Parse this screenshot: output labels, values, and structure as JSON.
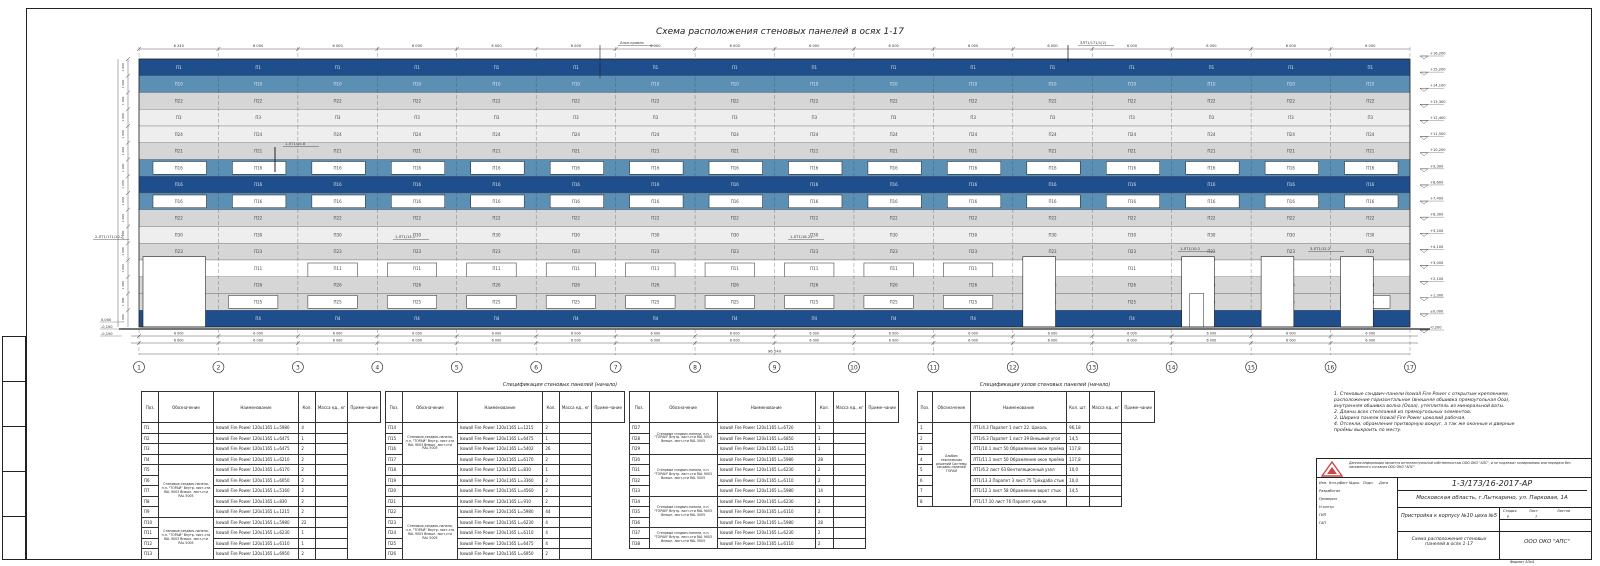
{
  "title": "Схема расположения стеновых панелей в осях 1-17",
  "colors": {
    "dark": "#1f4e8c",
    "mid": "#5b8fb4",
    "light": "#d6d6d6",
    "pale": "#eeeeee",
    "white": "#ffffff"
  },
  "axes": [
    "1",
    "2",
    "3",
    "4",
    "5",
    "6",
    "7",
    "8",
    "9",
    "10",
    "11",
    "12",
    "13",
    "14",
    "15",
    "16",
    "17"
  ],
  "spans_top": [
    "6 240",
    "6 000",
    "6 000",
    "6 000",
    "6 000",
    "6 000",
    "6 000",
    "6 000",
    "6 000",
    "6 000",
    "6 000",
    "6 000",
    "6 000",
    "6 000",
    "6 000",
    "6 000"
  ],
  "spans_bottom": [
    "6 000",
    "6 000",
    "6 000",
    "6 000",
    "6 000",
    "6 000",
    "6 000",
    "6 000",
    "6 000",
    "6 000",
    "6 000",
    "6 000",
    "6 000",
    "6 000",
    "6 000",
    "6 000"
  ],
  "overall_dim": "96 240",
  "elev_right": [
    "+16,200",
    "+15,200",
    "+14,100",
    "+13,300",
    "+12,400",
    "+11,500",
    "+10,200",
    "+9,300",
    "+8,600",
    "+7,400",
    "+6,300",
    "+5,200",
    "+4,100",
    "+3,000",
    "+2,100",
    "+1,300",
    "±0,000",
    "-0,200"
  ],
  "elev_left": [
    "0,000",
    "-0,100",
    "-0,150"
  ],
  "callouts": [
    "Альп.кровля",
    "ЗЛТ1/171/1(2)",
    "1-ЛТ1/10-8",
    "2-ЛТ1/171/10-2",
    "1-ЛТ1/13-1",
    "1-ЛТ1/16-21",
    "3-ЛТ1/12-2",
    "1-ЛТ1/10-2"
  ],
  "bands": [
    {
      "label": "П1",
      "tone": "dark"
    },
    {
      "label": "П10",
      "tone": "mid"
    },
    {
      "label": "П22",
      "tone": "light"
    },
    {
      "label": "П3",
      "tone": "pale"
    },
    {
      "label": "П24",
      "tone": "pale"
    },
    {
      "label": "П21",
      "tone": "light"
    },
    {
      "label": "П16",
      "tone": "window"
    },
    {
      "label": "П16",
      "tone": "dark"
    },
    {
      "label": "П16",
      "tone": "window"
    },
    {
      "label": "П22",
      "tone": "light"
    },
    {
      "label": "П30",
      "tone": "pale"
    },
    {
      "label": "П23",
      "tone": "light"
    },
    {
      "label": "П11",
      "tone": "door"
    },
    {
      "label": "П26",
      "tone": "light"
    },
    {
      "label": "П25",
      "tone": "door2"
    },
    {
      "label": "П4",
      "tone": "dark"
    }
  ],
  "spec1": {
    "caption": "Спецификация стеновых панелей (начало)",
    "headers": [
      "Поз.",
      "Обозначение",
      "Наименование",
      "Кол.",
      "Масса ед., кг",
      "Приме-чание"
    ],
    "groups": [
      {
        "at": 4,
        "span": 5,
        "text": "Стеновые сэндвич-панели, п.н. \"ТОРАЙ\" Внутр. лист-сти RAL 9003 Внешн. лист-сти RAL 5005"
      },
      {
        "at": 9,
        "span": 4,
        "text": "Стеновые сэндвич-панели, п.н. \"ТОРАЙ\" Внутр. лист-сти RAL 9003 Внешн. лист-сти RAL 5005"
      }
    ],
    "rows": [
      [
        "П1",
        "",
        "Isowall Fire Power 120х1165 L=5980",
        "4",
        ""
      ],
      [
        "П2",
        "",
        "Isowall Fire Power 120х1165 L=6475",
        "1",
        ""
      ],
      [
        "П3",
        "",
        "Isowall Fire Power 120х1165 L=6475",
        "2",
        ""
      ],
      [
        "П4",
        "",
        "Isowall Fire Power 120х1165 L=6210",
        "2",
        ""
      ],
      [
        "П5",
        "",
        "Isowall Fire Power 120х1165 L=6170",
        "2",
        ""
      ],
      [
        "П6",
        "",
        "Isowall Fire Power 120х1165 L=6050",
        "2",
        ""
      ],
      [
        "П7",
        "",
        "Isowall Fire Power 120х1165 L=5160",
        "2",
        ""
      ],
      [
        "П8",
        "",
        "Isowall Fire Power 120х1165 L=830",
        "2",
        ""
      ],
      [
        "П9",
        "",
        "Isowall Fire Power 120х1165 L=1215",
        "2",
        ""
      ],
      [
        "П10",
        "",
        "Isowall Fire Power 120х1165 L=5980",
        "22",
        ""
      ],
      [
        "П11",
        "",
        "Isowall Fire Power 120х1165 L=6230",
        "1",
        ""
      ],
      [
        "П12",
        "",
        "Isowall Fire Power 120х1165 L=6110",
        "1",
        ""
      ],
      [
        "П13",
        "",
        "Isowall Fire Power 120х1165 L=6950",
        "2",
        ""
      ]
    ]
  },
  "spec2": {
    "headers": [
      "Поз.",
      "Обозначение",
      "Наименование",
      "Кол.",
      "Масса ед., кг",
      "Приме-чание"
    ],
    "groups": [
      {
        "at": 0,
        "span": 4,
        "text": "Стеновые сэндвич-панели, п.н. \"ТОРАЙ\" Внутр. лист-сти RAL 9003 Внешн. лист-сти RAL 5005"
      },
      {
        "at": 8,
        "span": 5,
        "text": "Стеновые сэндвич-панели, п.н. \"ТОРАЙ\" Внутр. лист-сти RAL 9003 Внешн. лист-сти RAL 5005"
      }
    ],
    "rows": [
      [
        "П14",
        "",
        "Isowall Fire Power 120х1165 L=1215",
        "2",
        ""
      ],
      [
        "П15",
        "",
        "Isowall Fire Power 120х1165 L=6475",
        "1",
        ""
      ],
      [
        "П16",
        "",
        "Isowall Fire Power 120х1165 L=5402",
        "26",
        ""
      ],
      [
        "П17",
        "",
        "Isowall Fire Power 120х1165 L=6170",
        "2",
        ""
      ],
      [
        "П18",
        "",
        "Isowall Fire Power 120х1165 L=830",
        "1",
        ""
      ],
      [
        "П19",
        "",
        "Isowall Fire Power 120х1165 L=3360",
        "2",
        ""
      ],
      [
        "П20",
        "",
        "Isowall Fire Power 120х1165 L=4560",
        "2",
        ""
      ],
      [
        "П21",
        "",
        "Isowall Fire Power 120х1165 L=910",
        "2",
        ""
      ],
      [
        "П22",
        "",
        "Isowall Fire Power 120х1165 L=5980",
        "44",
        ""
      ],
      [
        "П23",
        "",
        "Isowall Fire Power 120х1165 L=6230",
        "4",
        ""
      ],
      [
        "П24",
        "",
        "Isowall Fire Power 120х1165 L=6110",
        "4",
        ""
      ],
      [
        "П25",
        "",
        "Isowall Fire Power 120х1165 L=6475",
        "4",
        ""
      ],
      [
        "П26",
        "",
        "Isowall Fire Power 120х1165 L=6950",
        "2",
        ""
      ]
    ]
  },
  "spec3": {
    "headers": [
      "Поз.",
      "Обозначение",
      "Наименование",
      "Кол.",
      "Масса ед., кг",
      "Приме-чание"
    ],
    "groups": [
      {
        "at": 0,
        "span": 3,
        "text": "Стеновые сэндвич-панели, п.н. \"ТОРАЙ\" Внутр. лист-сти RAL 9003 Внешн. лист-сти RAL 5005"
      },
      {
        "at": 3,
        "span": 4,
        "text": "Стеновые сэндвич-панели, п.н. \"ТОРАЙ\" Внутр. лист-сти RAL 9003 Внешн. лист-сти RAL 5005"
      },
      {
        "at": 7,
        "span": 3,
        "text": "Стеновые сэндвич-панели, п.н. \"ТОРАЙ\" Внутр. лист-сти RAL 9003 Внешн. лист-сти RAL 5005"
      },
      {
        "at": 10,
        "span": 3,
        "text": "Стеновые сэндвич-панели, п.н. \"ТОРАЙ\" Внутр. лист-сти RAL 9003 Внешн. лист-сти RAL 5005"
      }
    ],
    "rows": [
      [
        "П27",
        "",
        "Isowall Fire Power 120х1165 L=6720",
        "1",
        ""
      ],
      [
        "П28",
        "",
        "Isowall Fire Power 120х1165 L=6850",
        "1",
        ""
      ],
      [
        "П29",
        "",
        "Isowall Fire Power 120х1165 L=1215",
        "1",
        ""
      ],
      [
        "П30",
        "",
        "Isowall Fire Power 120х1165 L=5980",
        "28",
        ""
      ],
      [
        "П31",
        "",
        "Isowall Fire Power 120х1165 L=6230",
        "2",
        ""
      ],
      [
        "П32",
        "",
        "Isowall Fire Power 120х1165 L=6110",
        "2",
        ""
      ],
      [
        "П33",
        "",
        "Isowall Fire Power 120х1165 L=5980",
        "14",
        ""
      ],
      [
        "П34",
        "",
        "Isowall Fire Power 120х1165 L=6230",
        "2",
        ""
      ],
      [
        "П35",
        "",
        "Isowall Fire Power 120х1165 L=6110",
        "2",
        ""
      ],
      [
        "П36",
        "",
        "Isowall Fire Power 120х1165 L=5980",
        "28",
        ""
      ],
      [
        "П37",
        "",
        "Isowall Fire Power 120х1165 L=6230",
        "2",
        ""
      ],
      [
        "П38",
        "",
        "Isowall Fire Power 120х1165 L=6110",
        "2",
        ""
      ]
    ]
  },
  "spec4": {
    "caption": "Спецификация узлов стеновых панелей (начало)",
    "headers": [
      "Поз.",
      "Обозначение",
      "Наименование",
      "Кол. шт.",
      "Масса ед., кг",
      "Приме-чание"
    ],
    "groups": [
      {
        "at": 0,
        "span": 8,
        "text": "Альбом технических решений Системы сэндвич-панелей ТОРАЙ"
      }
    ],
    "rows": [
      [
        "1",
        "",
        "ЛТ1/4.3 Парапет 1 лист 22. Цоколь",
        "96,18",
        ""
      ],
      [
        "2",
        "",
        "ЛТ1/6.3 Парапет 1 лист 39 Внешний угол",
        "14,5",
        ""
      ],
      [
        "3",
        "",
        "ЛТ1/10.1 лист 50 Обрамление окон проёма",
        "117,8",
        ""
      ],
      [
        "4",
        "",
        "ЛТ1/11.1 лист 50 Обрамление окон проёма",
        "117,8",
        ""
      ],
      [
        "5",
        "",
        "ЛТ1/6.2 лист 63 Вентиляционный узел",
        "10,0",
        ""
      ],
      [
        "6",
        "",
        "ЛТ1/13.3 Парапет 3 лист 75 Трёхдаба стык",
        "10,0",
        ""
      ],
      [
        "7",
        "",
        "ЛТ1/12.1 лист 58 Обрамление ворот стык",
        "14,5",
        ""
      ],
      [
        "8",
        "",
        "ЛТ1/17.10 лист 76 Парапет кровли",
        "",
        ""
      ]
    ]
  },
  "notes": [
    "1. Стеновые сэндвич-панели Isowall Fire Power с открытым креплением,",
    "расположение горизонтальное (внешняя обшивка прямоугольная Ооа),",
    "внутренняя обшивка волна (Ооаа), утеплитель из минеральной ваты.",
    "2. Длины всех стеллажей из прямоугольных элементов.",
    "3. Ширина панели Isowall Fire Power цоколий рабочая.",
    "4. Отсекли, обрамления притворную вокруг, а так же оконные и дверные",
    "проёмы выкроить по месту."
  ],
  "titleblock": {
    "warning": "Данная информация является интеллектуальной собственностью ООО ОКО \"АПС\", и не подлежит копированию или передаче без письменного согласия ООО ОКО \"АПС\"",
    "code": "1-3/173/16-2017-АР",
    "address": "Московская область, г.Лыткарино, ул. Парковая, 1А",
    "object": "Пристройка к корпусу №10 цеха №5",
    "sheet_name": "Схема расположения стеновых панелей в осях 1-17",
    "org": "ООО ОКО \"АПС\"",
    "labels": [
      "Изм.",
      "Кол.уч.",
      "Лист",
      "№док.",
      "Подп.",
      "Дата",
      "Разработал",
      "Проверил",
      "Н.контр.",
      "ГИП",
      "ГАП",
      "Стадия",
      "Лист",
      "Листов",
      "Р",
      "7"
    ],
    "format": "Формат А3х4"
  }
}
